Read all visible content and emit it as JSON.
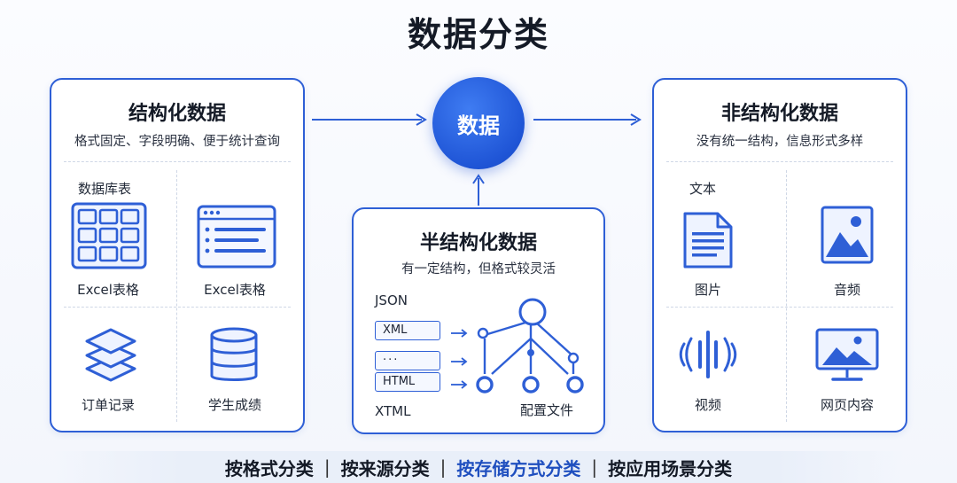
{
  "title": "数据分类",
  "center": {
    "label": "数据"
  },
  "structured": {
    "title": "结构化数据",
    "subtitle": "格式固定、字段明确、便于统计查询",
    "caption": "数据库表",
    "items": [
      {
        "label": "Excel表格",
        "icon": "table-grid-icon"
      },
      {
        "label": "Excel表格",
        "icon": "spreadsheet-window-icon"
      },
      {
        "label": "订单记录",
        "icon": "layers-icon"
      },
      {
        "label": "学生成绩",
        "icon": "database-icon"
      }
    ]
  },
  "semi": {
    "title": "半结构化数据",
    "subtitle": "有一定结构，但格式较灵活",
    "json_label": "JSON",
    "xtml_label": "XTML",
    "config_label": "配置文件",
    "tags": [
      "XML",
      "···",
      "HTML"
    ]
  },
  "unstructured": {
    "title": "非结构化数据",
    "subtitle": "没有统一结构，信息形式多样",
    "caption": "文本",
    "items": [
      {
        "label": "图片",
        "icon": "document-icon"
      },
      {
        "label": "音频",
        "icon": "image-icon"
      },
      {
        "label": "视频",
        "icon": "sound-wave-icon"
      },
      {
        "label": "网页内容",
        "icon": "monitor-image-icon"
      }
    ]
  },
  "bottom": {
    "items": [
      "按格式分类",
      "按来源分类",
      "按存储方式分类",
      "按应用场景分类"
    ],
    "separator": "|"
  },
  "colors": {
    "accent": "#2e5fd6",
    "accent_dark": "#1f55d6",
    "highlight_text": "#1f4fbf"
  }
}
